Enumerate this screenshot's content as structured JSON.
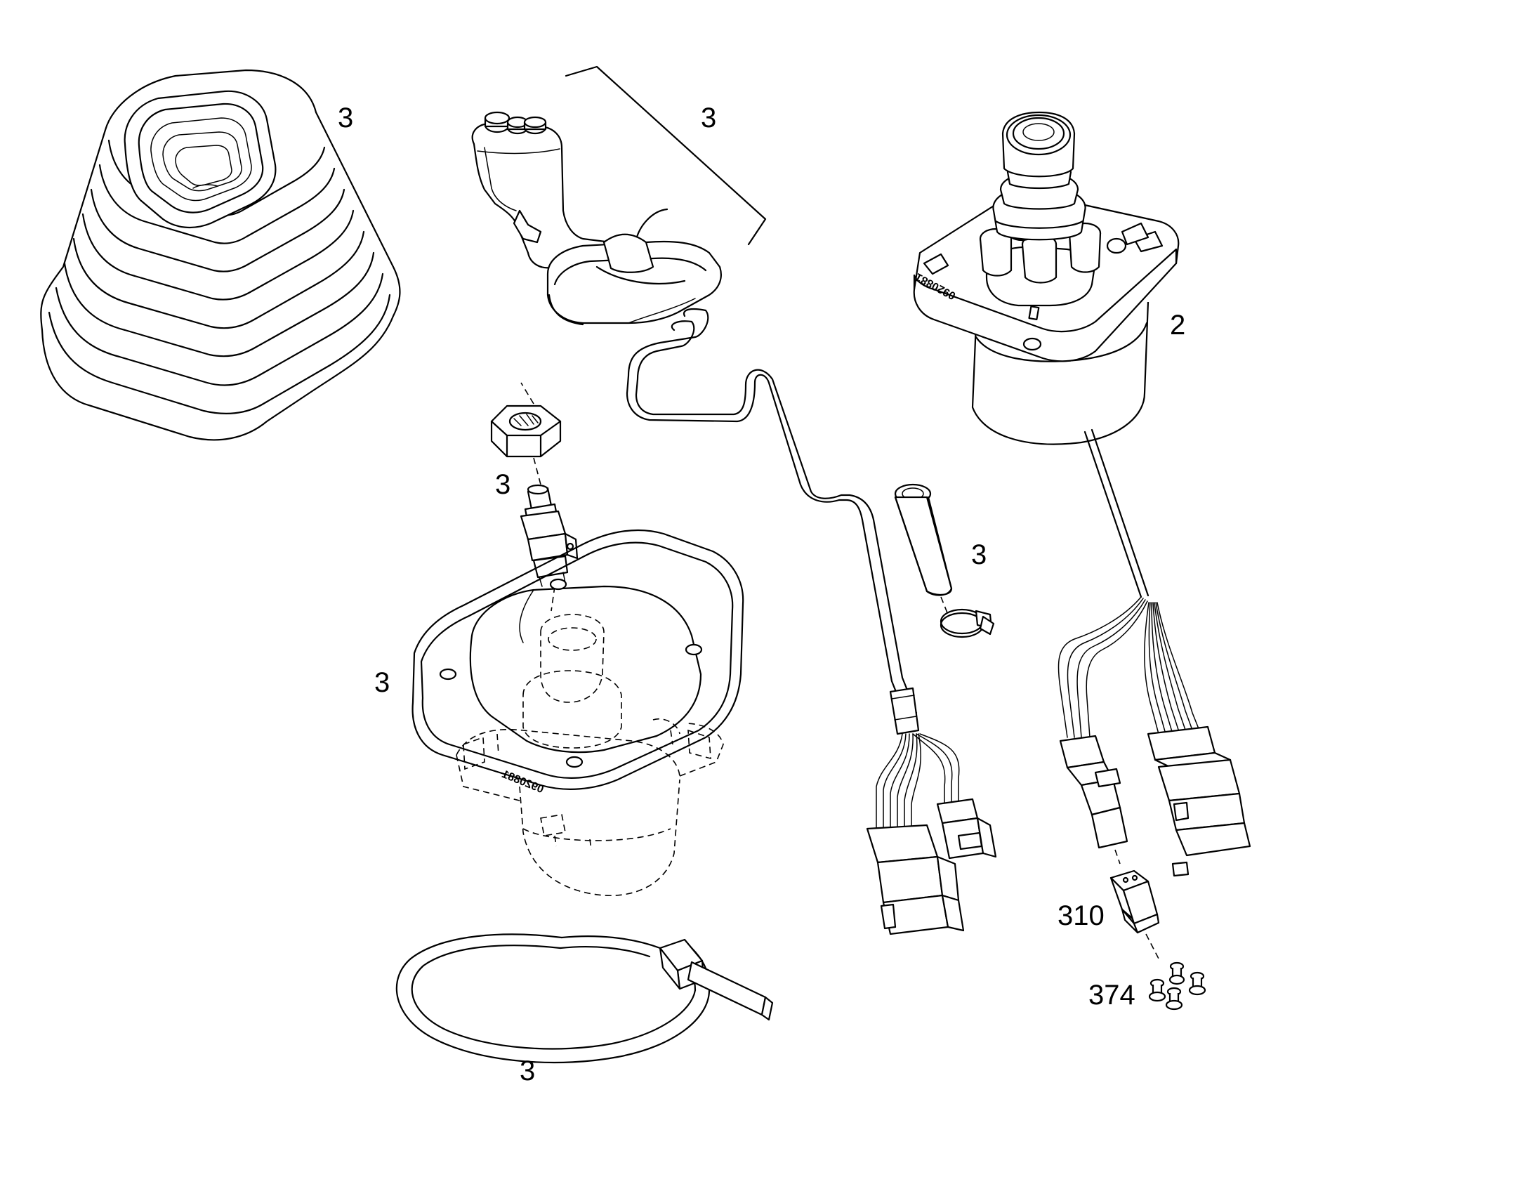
{
  "callouts": {
    "boot": "3",
    "handle": "3",
    "nut": "3",
    "switch": "3",
    "plate": "3",
    "sleeve": "3",
    "strap": "3",
    "assembly": "2",
    "connector": "310",
    "pins": "374"
  },
  "stamps": {
    "assembly_plate": "0920881",
    "mount_plate": "0920881"
  }
}
